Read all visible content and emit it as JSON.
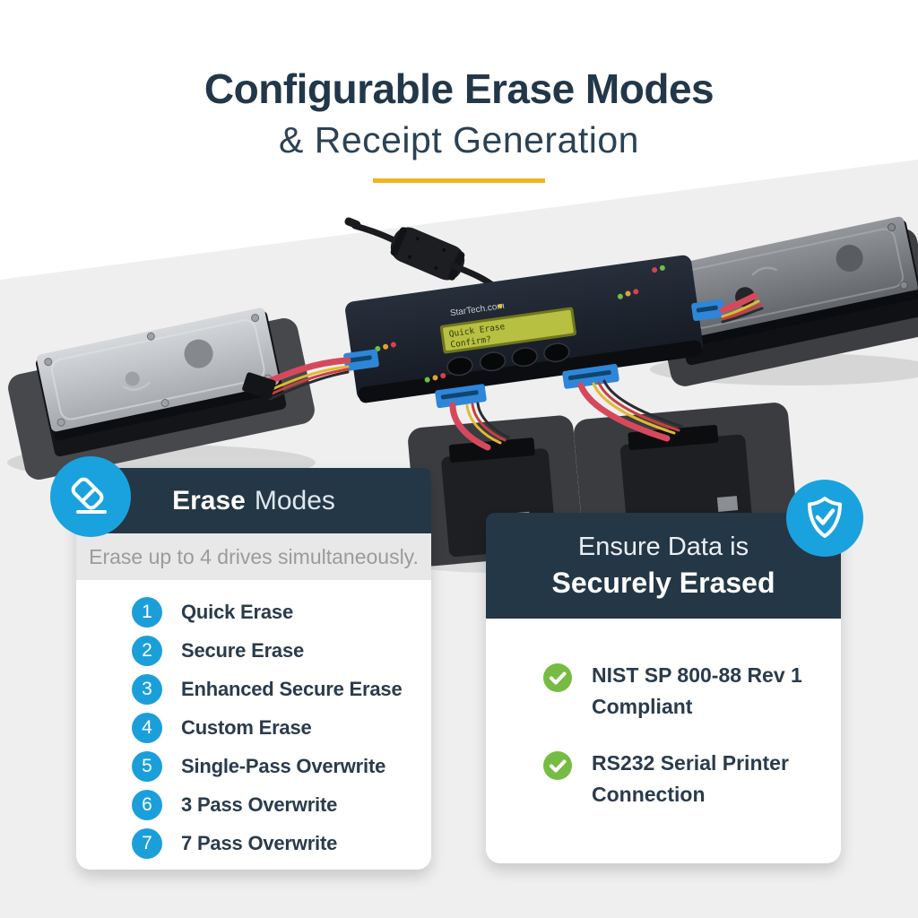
{
  "title": {
    "line1": "Configurable Erase Modes",
    "line2": "& Receipt Generation"
  },
  "erase_card": {
    "title_bold": "Erase",
    "title_light": "Modes",
    "subtitle": "Erase up to 4 drives simultaneously.",
    "items": [
      {
        "num": "1",
        "label": "Quick Erase"
      },
      {
        "num": "2",
        "label": "Secure Erase"
      },
      {
        "num": "3",
        "label": "Enhanced Secure Erase"
      },
      {
        "num": "4",
        "label": "Custom Erase"
      },
      {
        "num": "5",
        "label": "Single-Pass Overwrite"
      },
      {
        "num": "6",
        "label": "3 Pass Overwrite"
      },
      {
        "num": "7",
        "label": "7 Pass Overwrite"
      }
    ]
  },
  "secure_card": {
    "title_line1": "Ensure Data is",
    "title_line2": "Securely Erased",
    "items": [
      {
        "line1": "NIST SP 800-88 Rev 1",
        "line2": "Compliant"
      },
      {
        "line1": "RS232 Serial Printer",
        "line2": "Connection"
      }
    ]
  },
  "device": {
    "brand": "StarTech.com",
    "lcd_line1": "Quick Erase",
    "lcd_line2": "Confirm?"
  },
  "colors": {
    "accent_blue": "#1b9fdb",
    "navy": "#243746",
    "green": "#76bc43",
    "yellow": "#f0b41f",
    "page_gray": "#efeff0"
  }
}
